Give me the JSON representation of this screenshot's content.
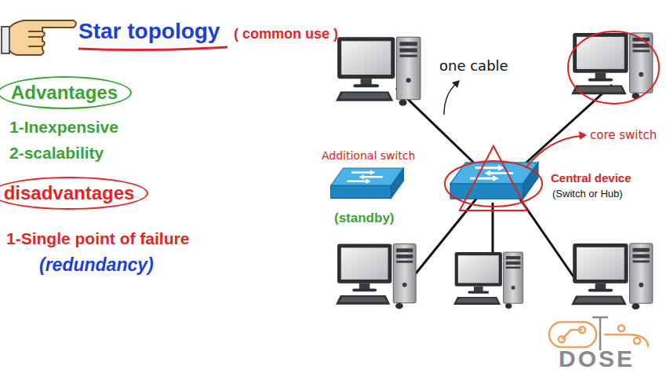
{
  "diagram": {
    "title": "Star topology",
    "nodes": [
      {
        "text": [
          "Advantages"
        ]
      },
      {
        "text": [
          "disadvantages"
        ]
      }
    ],
    "labels": [
      "( common use )",
      "1-Inexpensive",
      "2-scalability",
      "1-Single point of failure",
      "(redundancy)",
      "one cable",
      "Additional switch",
      "(standby)",
      "core switch",
      "Central device",
      "(Switch or Hub)",
      "DOSE"
    ]
  }
}
